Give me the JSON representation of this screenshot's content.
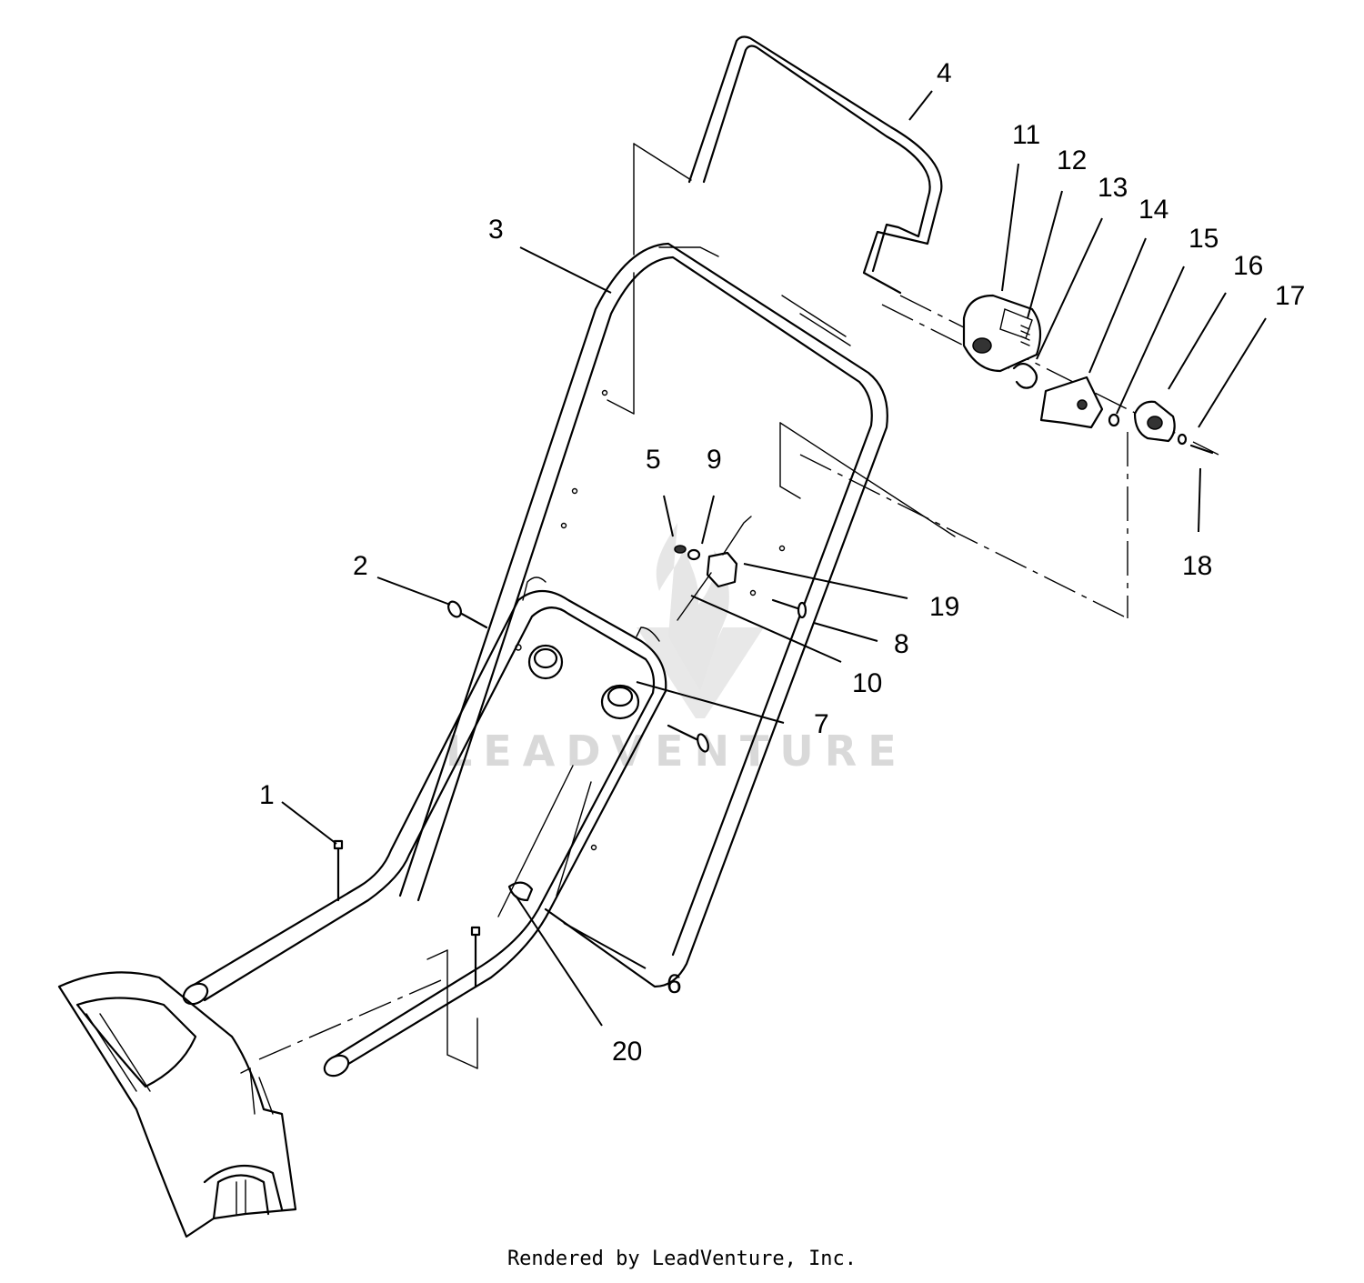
{
  "watermark": {
    "text": "LEADVENTURE",
    "logo_icon": "flame-v-logo-icon"
  },
  "footer": {
    "text": "Rendered by LeadVenture, Inc."
  },
  "callouts": [
    {
      "id": "c1",
      "label": "1"
    },
    {
      "id": "c2",
      "label": "2"
    },
    {
      "id": "c3",
      "label": "3"
    },
    {
      "id": "c4",
      "label": "4"
    },
    {
      "id": "c5",
      "label": "5"
    },
    {
      "id": "c6",
      "label": "6"
    },
    {
      "id": "c7",
      "label": "7"
    },
    {
      "id": "c8",
      "label": "8"
    },
    {
      "id": "c9",
      "label": "9"
    },
    {
      "id": "c10",
      "label": "10"
    },
    {
      "id": "c11",
      "label": "11"
    },
    {
      "id": "c12",
      "label": "12"
    },
    {
      "id": "c13",
      "label": "13"
    },
    {
      "id": "c14",
      "label": "14"
    },
    {
      "id": "c15",
      "label": "15"
    },
    {
      "id": "c16",
      "label": "16"
    },
    {
      "id": "c17",
      "label": "17"
    },
    {
      "id": "c18",
      "label": "18"
    },
    {
      "id": "c19",
      "label": "19"
    },
    {
      "id": "c20",
      "label": "20"
    }
  ]
}
